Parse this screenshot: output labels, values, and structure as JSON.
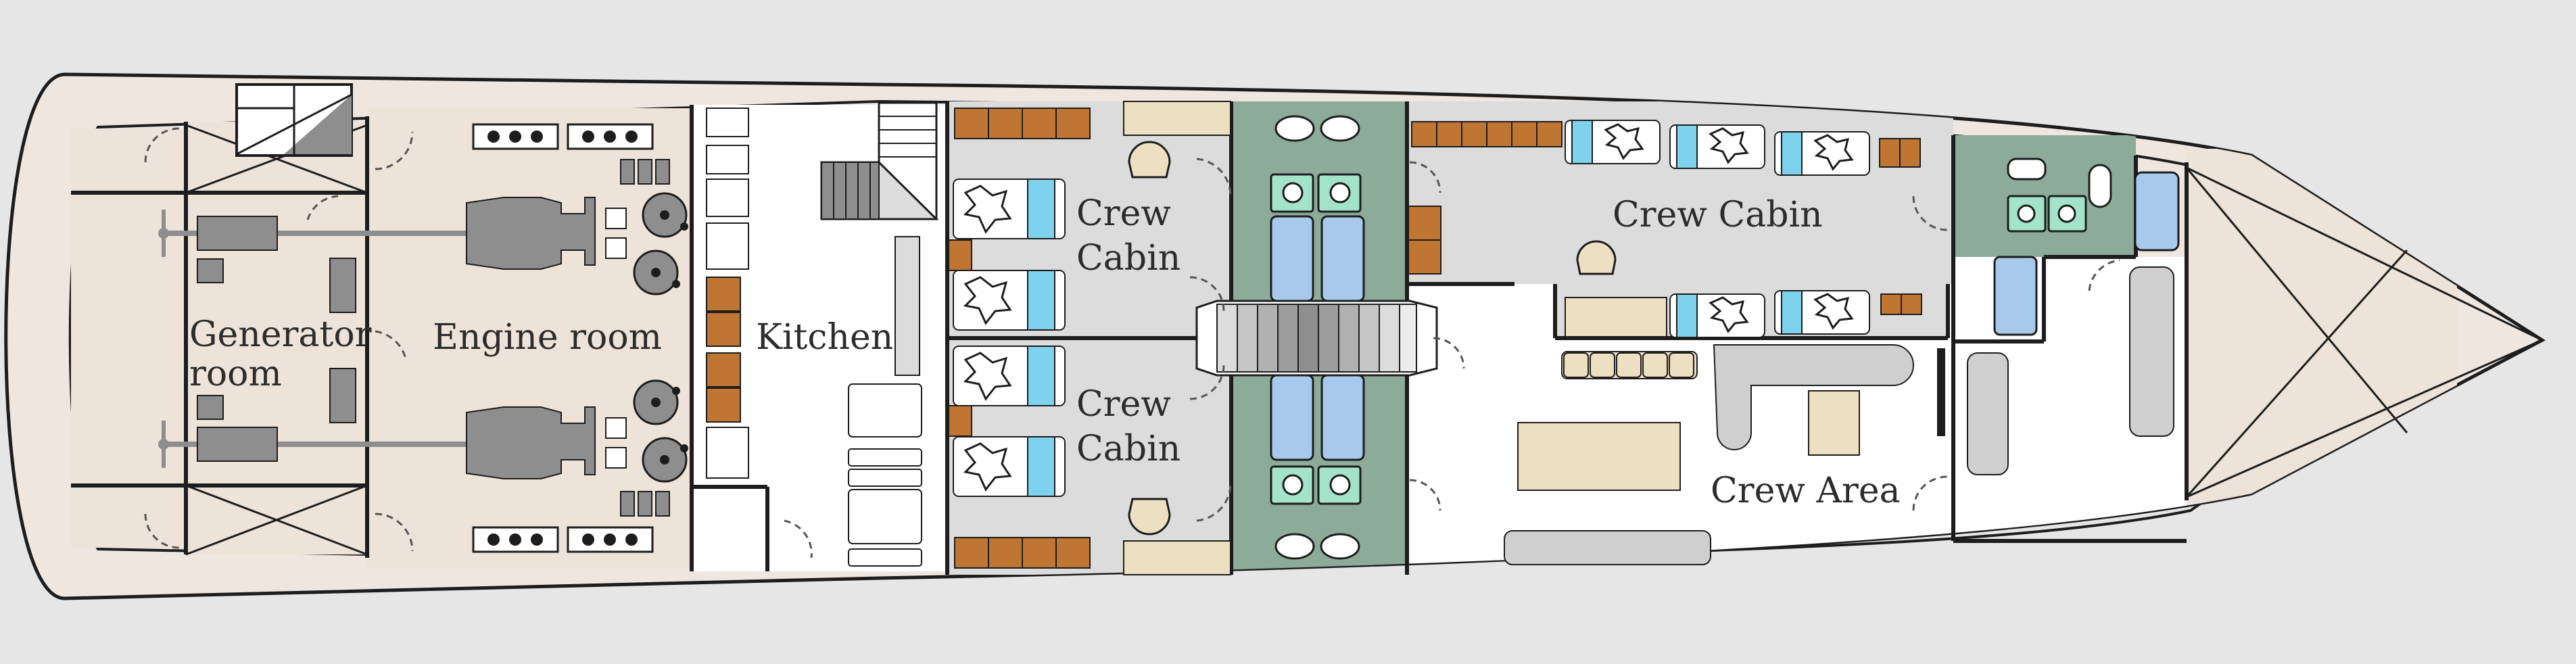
{
  "rooms": {
    "generator": [
      "Generator",
      "room"
    ],
    "engine": "Engine room",
    "kitchen": "Kitchen",
    "crew_cabin_upper": [
      "Crew",
      "Cabin"
    ],
    "crew_cabin_lower": [
      "Crew",
      "Cabin"
    ],
    "crew_cabin_fwd": "Crew Cabin",
    "crew_area": "Crew Area"
  },
  "colors": {
    "background": "#e6e6e6",
    "hull_outer": "#efe6df",
    "mechanical_floor": "#ede3d8",
    "cabin_floor": "#dcdcdc",
    "bath_floor": "#8cab99",
    "bath_fixture": "#a4e3cb",
    "shower": "#a7c9ec",
    "mattress_stripe": "#7fd2ee",
    "storage": "#bf7632",
    "furniture": "#ede0c2",
    "machinery": "#8e8e8e",
    "wall": "#1d1d1d"
  }
}
